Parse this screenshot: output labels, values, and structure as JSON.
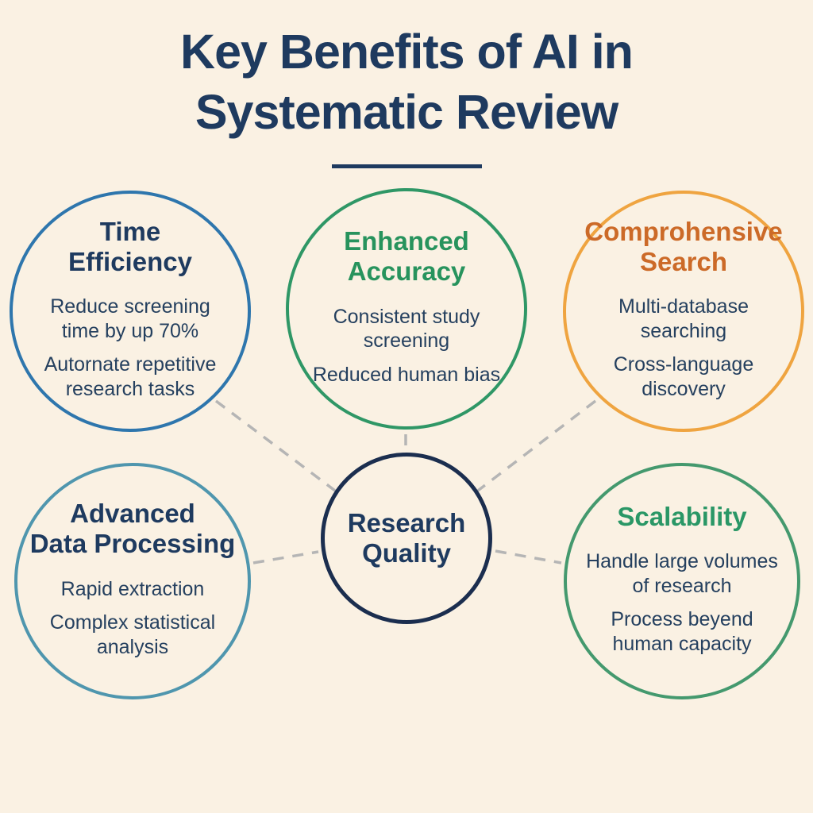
{
  "title": "Key Benefits of AI in\nSystematic Review",
  "center": {
    "label": "Research\nQuality"
  },
  "benefits": [
    {
      "id": "time-efficiency",
      "title": "Time\nEfficiency",
      "points": [
        "Reduce screening\ntime by up 70%",
        "Autornate repetitive\nresearch tasks"
      ]
    },
    {
      "id": "enhanced-accuracy",
      "title": "Enhanced\nAccuracy",
      "points": [
        "Consistent study\nscreening",
        "Reduced human bias"
      ]
    },
    {
      "id": "comprehensive-search",
      "title": "Comprohensive\nSearch",
      "points": [
        "Multi-database\nsearching",
        "Cross-language\ndiscovery"
      ]
    },
    {
      "id": "advanced-data-processing",
      "title": "Advanced\nData Processing",
      "points": [
        "Rapid extraction",
        "Complex statistical\nanalysis"
      ]
    },
    {
      "id": "scalability",
      "title": "Scalability",
      "points": [
        "Handle large volumes\nof research",
        "Process beyend\nhuman capacity"
      ]
    }
  ],
  "colors": {
    "background": "#faf1e3",
    "heading_text": "#1e3a5f",
    "body_text": "#25405f",
    "connector_dash": "#b5b5b5",
    "center_border": "#1b2e4f",
    "time_efficiency_border": "#2e76ad",
    "enhanced_accuracy_border": "#2f9766",
    "enhanced_accuracy_title": "#27935d",
    "comprehensive_search_border": "#efa440",
    "comprehensive_search_title": "#cc6a28",
    "advanced_data_processing_border": "#4f96ae",
    "scalability_border": "#44996e",
    "scalability_title": "#2a9766"
  }
}
